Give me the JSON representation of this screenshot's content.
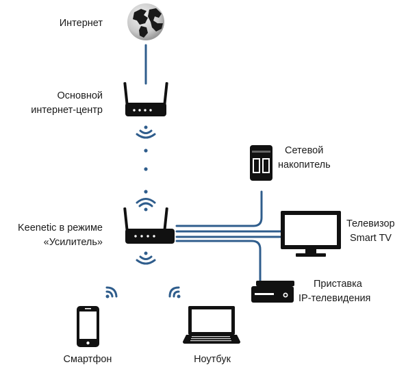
{
  "labels": {
    "internet": "Интернет",
    "main_center_line1": "Основной",
    "main_center_line2": "интернет-центр",
    "repeater_line1": "Keenetic в режиме",
    "repeater_line2": "«Усилитель»",
    "nas_line1": "Сетевой",
    "nas_line2": "накопитель",
    "tv_line1": "Телевизор",
    "tv_line2": "Smart TV",
    "stb_line1": "Приставка",
    "stb_line2": "IP-телевидения",
    "smartphone": "Смартфон",
    "laptop": "Ноутбук"
  },
  "colors": {
    "link": "#2f5d8c",
    "device": "#111111"
  },
  "icons": [
    "globe-icon",
    "router-icon",
    "nas-icon",
    "tv-icon",
    "set-top-box-icon",
    "smartphone-icon",
    "laptop-icon",
    "wifi-signal-icon"
  ]
}
